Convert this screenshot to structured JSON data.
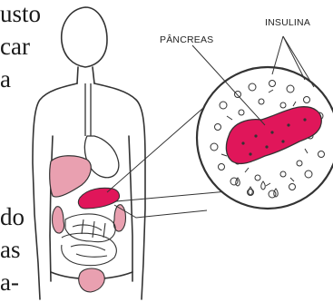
{
  "text_fragments": [
    "usto",
    "car",
    "a",
    "do",
    "as",
    "a-"
  ],
  "labels": {
    "pancreas": "PÂNCREAS",
    "insulina": "INSULINA"
  },
  "colors": {
    "pancreas": "#e0165a",
    "organs": "#e9a0b0",
    "line": "#333333"
  }
}
